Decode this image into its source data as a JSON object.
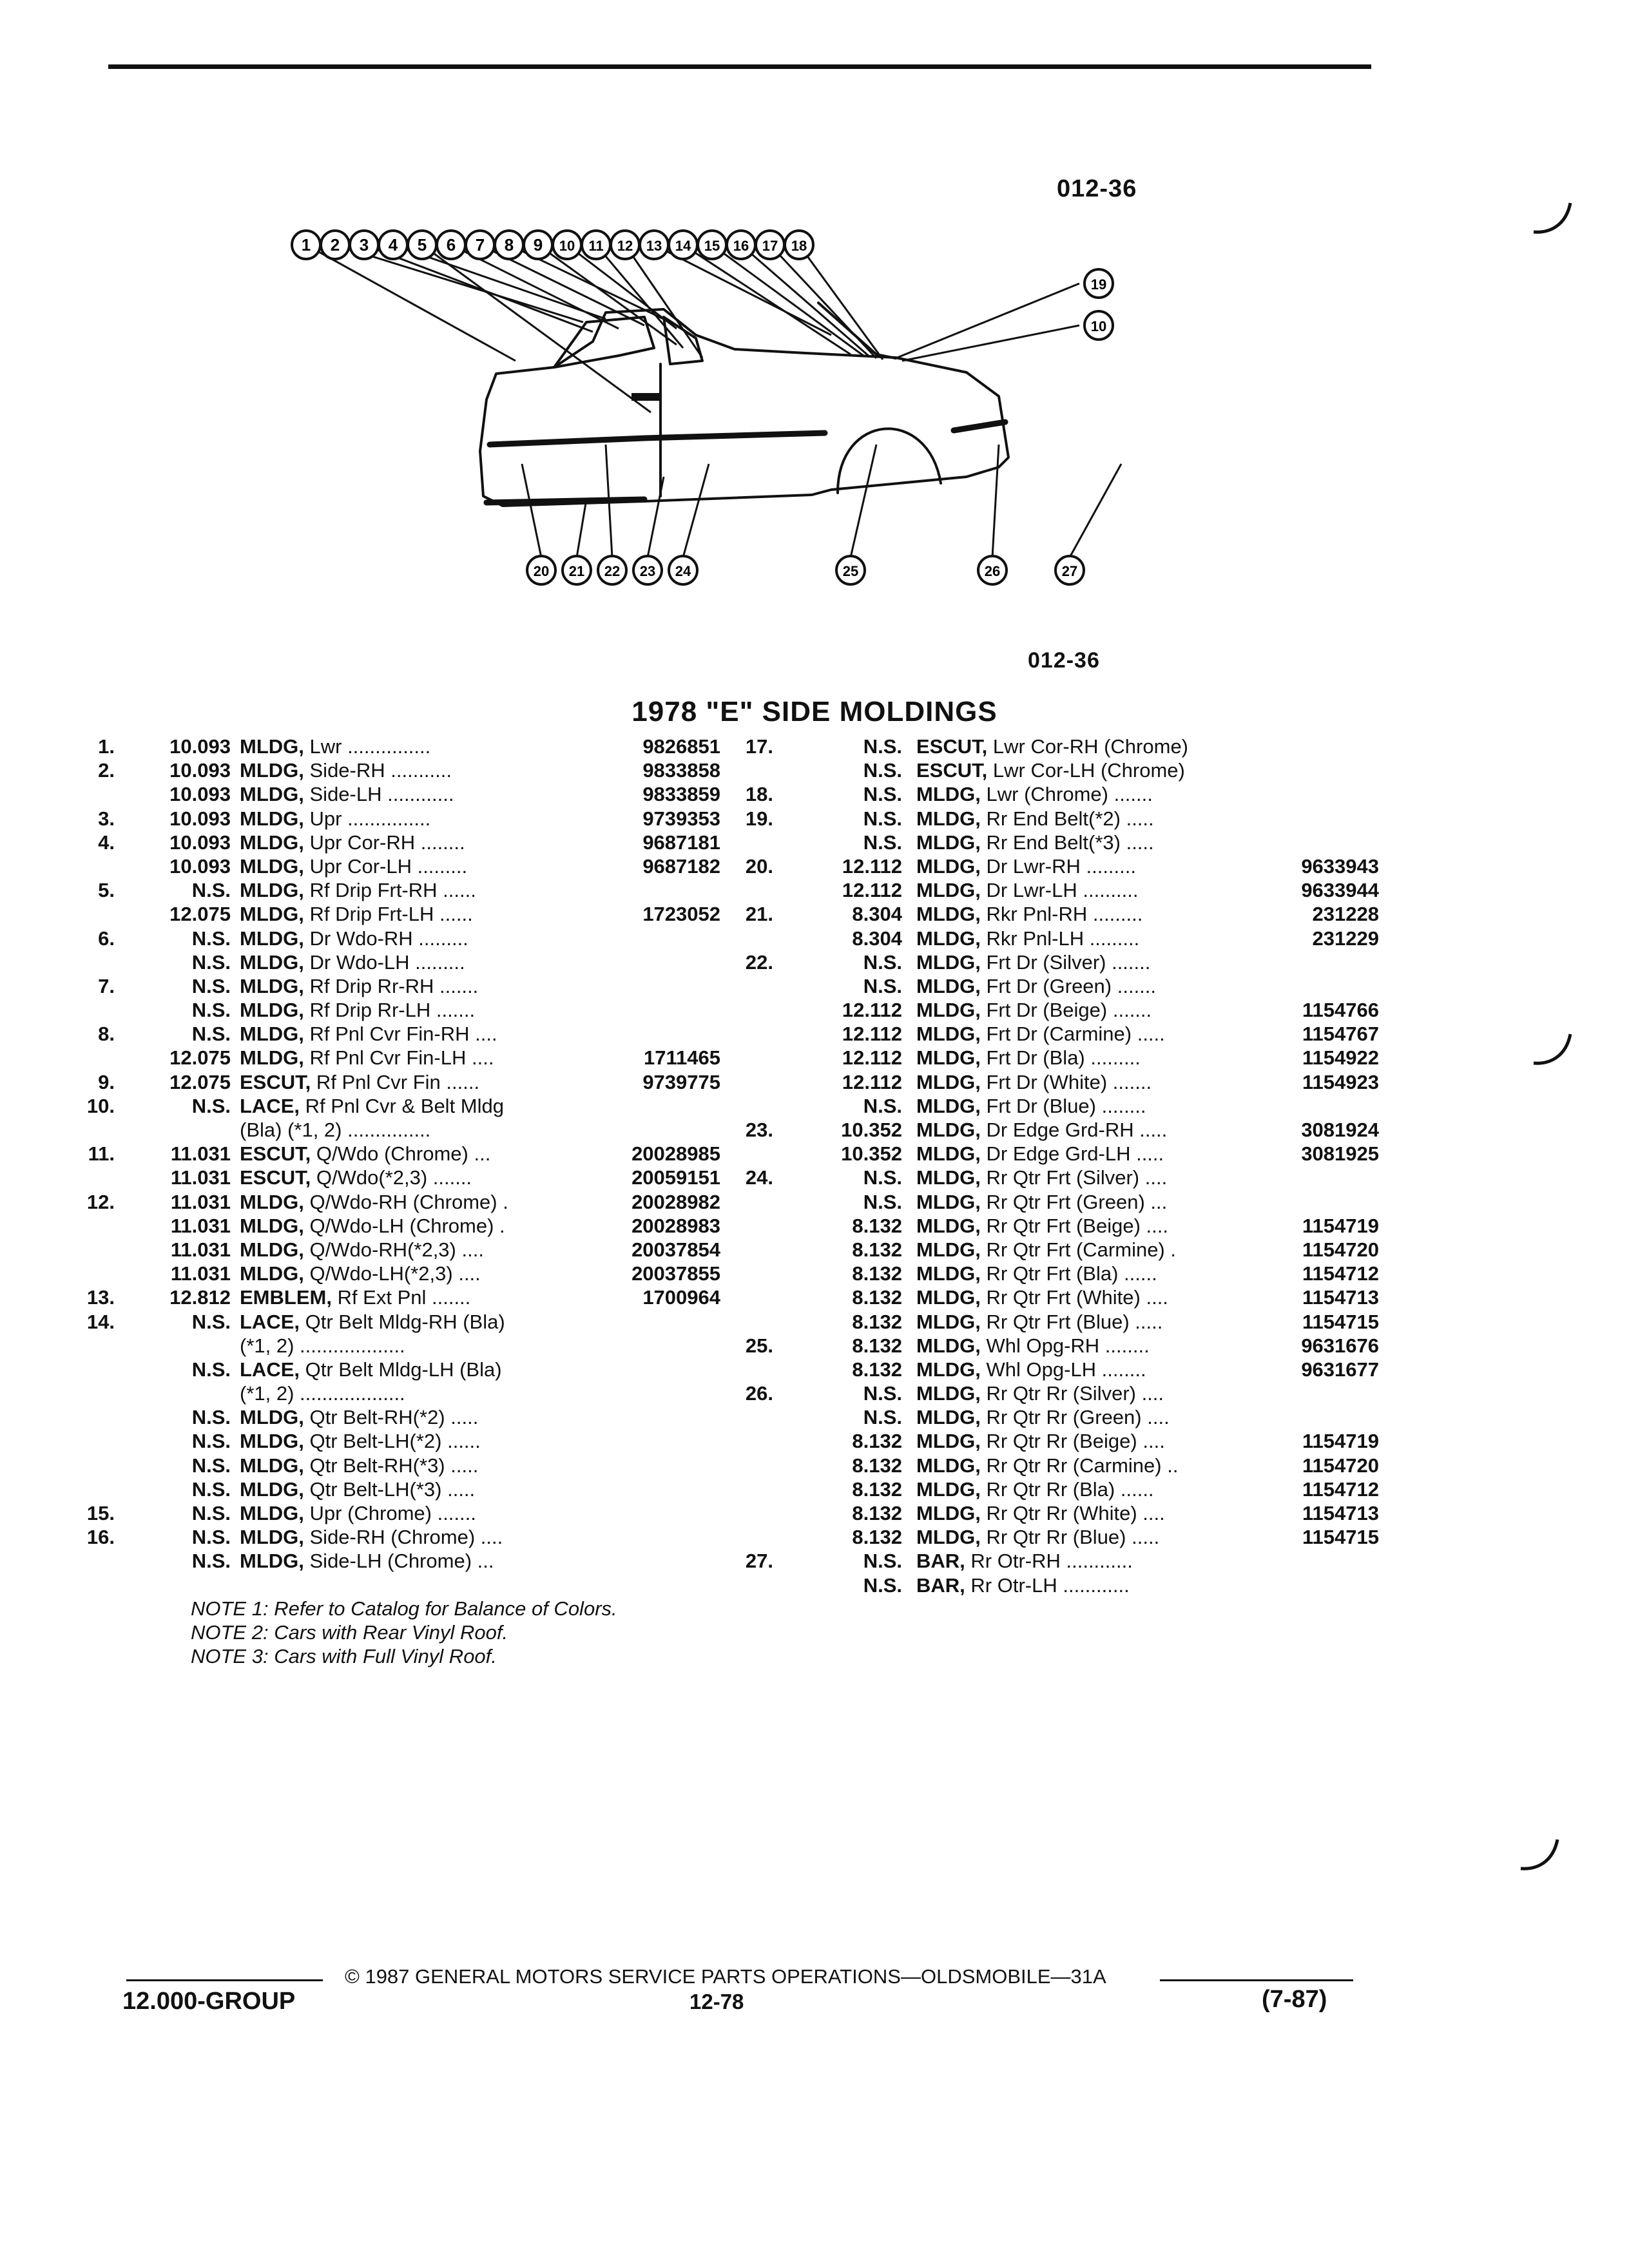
{
  "figure_code_top": "012-36",
  "figure_code_bottom": "012-36",
  "title": "1978 \"E\" SIDE MOLDINGS",
  "callouts_top": [
    "1",
    "2",
    "3",
    "4",
    "5",
    "6",
    "7",
    "8",
    "9",
    "10",
    "11",
    "12",
    "13",
    "14",
    "15",
    "16",
    "17",
    "18"
  ],
  "callouts_right": [
    "19",
    "10"
  ],
  "callouts_bottom": [
    "20",
    "21",
    "22",
    "23",
    "24",
    "25",
    "26",
    "27"
  ],
  "left_list": [
    {
      "num": "1.",
      "grp": "10.093",
      "name": "MLDG,",
      "detail": "Lwr",
      "dots": " ...............",
      "pn": "9826851"
    },
    {
      "num": "2.",
      "grp": "10.093",
      "name": "MLDG,",
      "detail": "Side-RH",
      "dots": " ...........",
      "pn": "9833858"
    },
    {
      "num": "",
      "grp": "10.093",
      "name": "MLDG,",
      "detail": "Side-LH",
      "dots": " ............",
      "pn": "9833859"
    },
    {
      "num": "3.",
      "grp": "10.093",
      "name": "MLDG,",
      "detail": "Upr",
      "dots": " ...............",
      "pn": "9739353"
    },
    {
      "num": "4.",
      "grp": "10.093",
      "name": "MLDG,",
      "detail": "Upr Cor-RH",
      "dots": " ........",
      "pn": "9687181"
    },
    {
      "num": "",
      "grp": "10.093",
      "name": "MLDG,",
      "detail": "Upr Cor-LH",
      "dots": " .........",
      "pn": "9687182"
    },
    {
      "num": "5.",
      "grp": "N.S.",
      "name": "MLDG,",
      "detail": "Rf Drip Frt-RH",
      "dots": " ......",
      "pn": ""
    },
    {
      "num": "",
      "grp": "12.075",
      "name": "MLDG,",
      "detail": "Rf Drip Frt-LH",
      "dots": " ......",
      "pn": "1723052"
    },
    {
      "num": "6.",
      "grp": "N.S.",
      "name": "MLDG,",
      "detail": "Dr Wdo-RH",
      "dots": " .........",
      "pn": ""
    },
    {
      "num": "",
      "grp": "N.S.",
      "name": "MLDG,",
      "detail": "Dr Wdo-LH",
      "dots": " .........",
      "pn": ""
    },
    {
      "num": "7.",
      "grp": "N.S.",
      "name": "MLDG,",
      "detail": "Rf Drip Rr-RH",
      "dots": " .......",
      "pn": ""
    },
    {
      "num": "",
      "grp": "N.S.",
      "name": "MLDG,",
      "detail": "Rf Drip Rr-LH",
      "dots": " .......",
      "pn": ""
    },
    {
      "num": "8.",
      "grp": "N.S.",
      "name": "MLDG,",
      "detail": "Rf Pnl Cvr Fin-RH",
      "dots": " ....",
      "pn": ""
    },
    {
      "num": "",
      "grp": "12.075",
      "name": "MLDG,",
      "detail": "Rf Pnl Cvr Fin-LH",
      "dots": " ....",
      "pn": "1711465"
    },
    {
      "num": "9.",
      "grp": "12.075",
      "name": "ESCUT,",
      "detail": "Rf Pnl Cvr Fin",
      "dots": " ......",
      "pn": "9739775"
    },
    {
      "num": "10.",
      "grp": "N.S.",
      "name": "LACE,",
      "detail": "Rf Pnl Cvr & Belt Mldg",
      "dots": "",
      "pn": ""
    },
    {
      "num": "",
      "grp": "",
      "name": "",
      "detail": "(Bla) (*1, 2)",
      "dots": " ...............",
      "pn": ""
    },
    {
      "num": "11.",
      "grp": "11.031",
      "name": "ESCUT,",
      "detail": "Q/Wdo (Chrome)",
      "dots": " ...",
      "pn": "20028985"
    },
    {
      "num": "",
      "grp": "11.031",
      "name": "ESCUT,",
      "detail": "Q/Wdo(*2,3)",
      "dots": " .......",
      "pn": "20059151"
    },
    {
      "num": "12.",
      "grp": "11.031",
      "name": "MLDG,",
      "detail": "Q/Wdo-RH (Chrome)",
      "dots": " .",
      "pn": "20028982"
    },
    {
      "num": "",
      "grp": "11.031",
      "name": "MLDG,",
      "detail": "Q/Wdo-LH (Chrome)",
      "dots": " .",
      "pn": "20028983"
    },
    {
      "num": "",
      "grp": "11.031",
      "name": "MLDG,",
      "detail": "Q/Wdo-RH(*2,3)",
      "dots": " ....",
      "pn": "20037854"
    },
    {
      "num": "",
      "grp": "11.031",
      "name": "MLDG,",
      "detail": "Q/Wdo-LH(*2,3)",
      "dots": " ....",
      "pn": "20037855"
    },
    {
      "num": "13.",
      "grp": "12.812",
      "name": "EMBLEM,",
      "detail": "Rf Ext Pnl",
      "dots": " .......",
      "pn": "1700964"
    },
    {
      "num": "14.",
      "grp": "N.S.",
      "name": "LACE,",
      "detail": "Qtr Belt Mldg-RH (Bla)",
      "dots": "",
      "pn": ""
    },
    {
      "num": "",
      "grp": "",
      "name": "",
      "detail": "(*1, 2)",
      "dots": " ...................",
      "pn": ""
    },
    {
      "num": "",
      "grp": "N.S.",
      "name": "LACE,",
      "detail": "Qtr Belt Mldg-LH (Bla)",
      "dots": "",
      "pn": ""
    },
    {
      "num": "",
      "grp": "",
      "name": "",
      "detail": "(*1, 2)",
      "dots": " ...................",
      "pn": ""
    },
    {
      "num": "",
      "grp": "N.S.",
      "name": "MLDG,",
      "detail": "Qtr Belt-RH(*2)",
      "dots": " .....",
      "pn": ""
    },
    {
      "num": "",
      "grp": "N.S.",
      "name": "MLDG,",
      "detail": "Qtr Belt-LH(*2)",
      "dots": " ......",
      "pn": ""
    },
    {
      "num": "",
      "grp": "N.S.",
      "name": "MLDG,",
      "detail": "Qtr Belt-RH(*3)",
      "dots": " .....",
      "pn": ""
    },
    {
      "num": "",
      "grp": "N.S.",
      "name": "MLDG,",
      "detail": "Qtr Belt-LH(*3)",
      "dots": " .....",
      "pn": ""
    },
    {
      "num": "15.",
      "grp": "N.S.",
      "name": "MLDG,",
      "detail": "Upr (Chrome)",
      "dots": " .......",
      "pn": ""
    },
    {
      "num": "16.",
      "grp": "N.S.",
      "name": "MLDG,",
      "detail": "Side-RH (Chrome)",
      "dots": " ....",
      "pn": ""
    },
    {
      "num": "",
      "grp": "N.S.",
      "name": "MLDG,",
      "detail": "Side-LH (Chrome)",
      "dots": " ...",
      "pn": ""
    }
  ],
  "right_list": [
    {
      "num": "17.",
      "grp": "N.S.",
      "name": "ESCUT,",
      "detail": "Lwr Cor-RH (Chrome)",
      "dots": "",
      "pn": ""
    },
    {
      "num": "",
      "grp": "N.S.",
      "name": "ESCUT,",
      "detail": "Lwr Cor-LH (Chrome)",
      "dots": "",
      "pn": ""
    },
    {
      "num": "18.",
      "grp": "N.S.",
      "name": "MLDG,",
      "detail": "Lwr (Chrome)",
      "dots": " .......",
      "pn": ""
    },
    {
      "num": "19.",
      "grp": "N.S.",
      "name": "MLDG,",
      "detail": "Rr End Belt(*2)",
      "dots": " .....",
      "pn": ""
    },
    {
      "num": "",
      "grp": "N.S.",
      "name": "MLDG,",
      "detail": "Rr End Belt(*3)",
      "dots": " .....",
      "pn": ""
    },
    {
      "num": "20.",
      "grp": "12.112",
      "name": "MLDG,",
      "detail": "Dr Lwr-RH",
      "dots": " .........",
      "pn": "9633943"
    },
    {
      "num": "",
      "grp": "12.112",
      "name": "MLDG,",
      "detail": "Dr Lwr-LH",
      "dots": " ..........",
      "pn": "9633944"
    },
    {
      "num": "21.",
      "grp": "8.304",
      "name": "MLDG,",
      "detail": "Rkr Pnl-RH",
      "dots": " .........",
      "pn": "231228"
    },
    {
      "num": "",
      "grp": "8.304",
      "name": "MLDG,",
      "detail": "Rkr Pnl-LH",
      "dots": " .........",
      "pn": "231229"
    },
    {
      "num": "22.",
      "grp": "N.S.",
      "name": "MLDG,",
      "detail": "Frt Dr (Silver)",
      "dots": " .......",
      "pn": ""
    },
    {
      "num": "",
      "grp": "N.S.",
      "name": "MLDG,",
      "detail": "Frt Dr (Green)",
      "dots": " .......",
      "pn": ""
    },
    {
      "num": "",
      "grp": "12.112",
      "name": "MLDG,",
      "detail": "Frt Dr (Beige)",
      "dots": " .......",
      "pn": "1154766"
    },
    {
      "num": "",
      "grp": "12.112",
      "name": "MLDG,",
      "detail": "Frt Dr (Carmine)",
      "dots": " .....",
      "pn": "1154767"
    },
    {
      "num": "",
      "grp": "12.112",
      "name": "MLDG,",
      "detail": "Frt Dr (Bla)",
      "dots": " .........",
      "pn": "1154922"
    },
    {
      "num": "",
      "grp": "12.112",
      "name": "MLDG,",
      "detail": "Frt Dr (White)",
      "dots": " .......",
      "pn": "1154923"
    },
    {
      "num": "",
      "grp": "N.S.",
      "name": "MLDG,",
      "detail": "Frt Dr (Blue)",
      "dots": " ........",
      "pn": ""
    },
    {
      "num": "23.",
      "grp": "10.352",
      "name": "MLDG,",
      "detail": "Dr Edge Grd-RH",
      "dots": " .....",
      "pn": "3081924"
    },
    {
      "num": "",
      "grp": "10.352",
      "name": "MLDG,",
      "detail": "Dr Edge Grd-LH",
      "dots": " .....",
      "pn": "3081925"
    },
    {
      "num": "24.",
      "grp": "N.S.",
      "name": "MLDG,",
      "detail": "Rr Qtr Frt (Silver)",
      "dots": " ....",
      "pn": ""
    },
    {
      "num": "",
      "grp": "N.S.",
      "name": "MLDG,",
      "detail": "Rr Qtr Frt (Green)",
      "dots": " ...",
      "pn": ""
    },
    {
      "num": "",
      "grp": "8.132",
      "name": "MLDG,",
      "detail": "Rr Qtr Frt (Beige)",
      "dots": " ....",
      "pn": "1154719"
    },
    {
      "num": "",
      "grp": "8.132",
      "name": "MLDG,",
      "detail": "Rr Qtr Frt (Carmine)",
      "dots": " .",
      "pn": "1154720"
    },
    {
      "num": "",
      "grp": "8.132",
      "name": "MLDG,",
      "detail": "Rr Qtr Frt (Bla)",
      "dots": " ......",
      "pn": "1154712"
    },
    {
      "num": "",
      "grp": "8.132",
      "name": "MLDG,",
      "detail": "Rr Qtr Frt (White)",
      "dots": " ....",
      "pn": "1154713"
    },
    {
      "num": "",
      "grp": "8.132",
      "name": "MLDG,",
      "detail": "Rr Qtr Frt (Blue)",
      "dots": " .....",
      "pn": "1154715"
    },
    {
      "num": "25.",
      "grp": "8.132",
      "name": "MLDG,",
      "detail": "Whl Opg-RH",
      "dots": " ........",
      "pn": "9631676"
    },
    {
      "num": "",
      "grp": "8.132",
      "name": "MLDG,",
      "detail": "Whl Opg-LH",
      "dots": " ........",
      "pn": "9631677"
    },
    {
      "num": "26.",
      "grp": "N.S.",
      "name": "MLDG,",
      "detail": "Rr Qtr Rr (Silver)",
      "dots": " ....",
      "pn": ""
    },
    {
      "num": "",
      "grp": "N.S.",
      "name": "MLDG,",
      "detail": "Rr Qtr Rr (Green)",
      "dots": " ....",
      "pn": ""
    },
    {
      "num": "",
      "grp": "8.132",
      "name": "MLDG,",
      "detail": "Rr Qtr Rr (Beige)",
      "dots": " ....",
      "pn": "1154719"
    },
    {
      "num": "",
      "grp": "8.132",
      "name": "MLDG,",
      "detail": "Rr Qtr Rr (Carmine)",
      "dots": " ..",
      "pn": "1154720"
    },
    {
      "num": "",
      "grp": "8.132",
      "name": "MLDG,",
      "detail": "Rr Qtr Rr (Bla)",
      "dots": " ......",
      "pn": "1154712"
    },
    {
      "num": "",
      "grp": "8.132",
      "name": "MLDG,",
      "detail": "Rr Qtr Rr (White)",
      "dots": " ....",
      "pn": "1154713"
    },
    {
      "num": "",
      "grp": "8.132",
      "name": "MLDG,",
      "detail": "Rr Qtr Rr (Blue)",
      "dots": " .....",
      "pn": "1154715"
    },
    {
      "num": "27.",
      "grp": "N.S.",
      "name": "BAR,",
      "detail": "Rr Otr-RH",
      "dots": " ............",
      "pn": ""
    },
    {
      "num": "",
      "grp": "N.S.",
      "name": "BAR,",
      "detail": "Rr Otr-LH",
      "dots": " ............",
      "pn": ""
    }
  ],
  "notes": [
    "NOTE 1: Refer to Catalog for Balance of Colors.",
    "NOTE 2: Cars with Rear Vinyl Roof.",
    "NOTE 3: Cars with Full Vinyl Roof."
  ],
  "footer": {
    "copyright": "© 1987 GENERAL MOTORS SERVICE PARTS OPERATIONS—OLDSMOBILE—31A",
    "group": "12.000-GROUP",
    "page": "12-78",
    "date": "(7-87)"
  }
}
